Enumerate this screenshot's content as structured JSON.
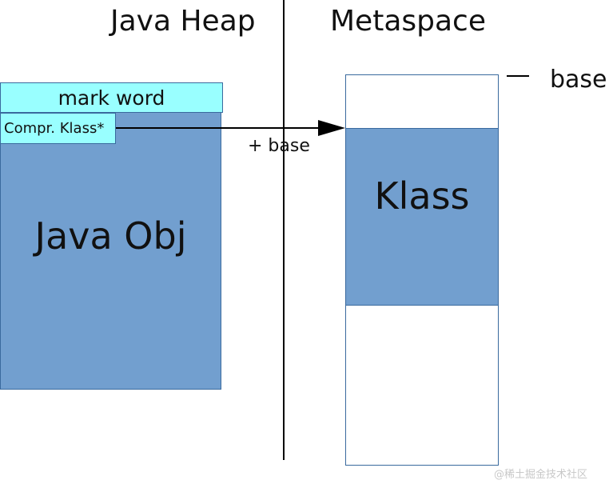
{
  "headings": {
    "java_heap": "Java Heap",
    "metaspace": "Metaspace"
  },
  "java_object": {
    "mark_word": "mark word",
    "compressed_klass": "Compr. Klass*",
    "label": "Java Obj"
  },
  "metaspace": {
    "klass_label": "Klass",
    "base_label": "base"
  },
  "arrow": {
    "label": "+ base"
  },
  "watermark": "@稀土掘金技术社区",
  "colors": {
    "block_fill": "#729fcf",
    "header_fill": "#99ffff",
    "border": "#3a6a9e"
  }
}
